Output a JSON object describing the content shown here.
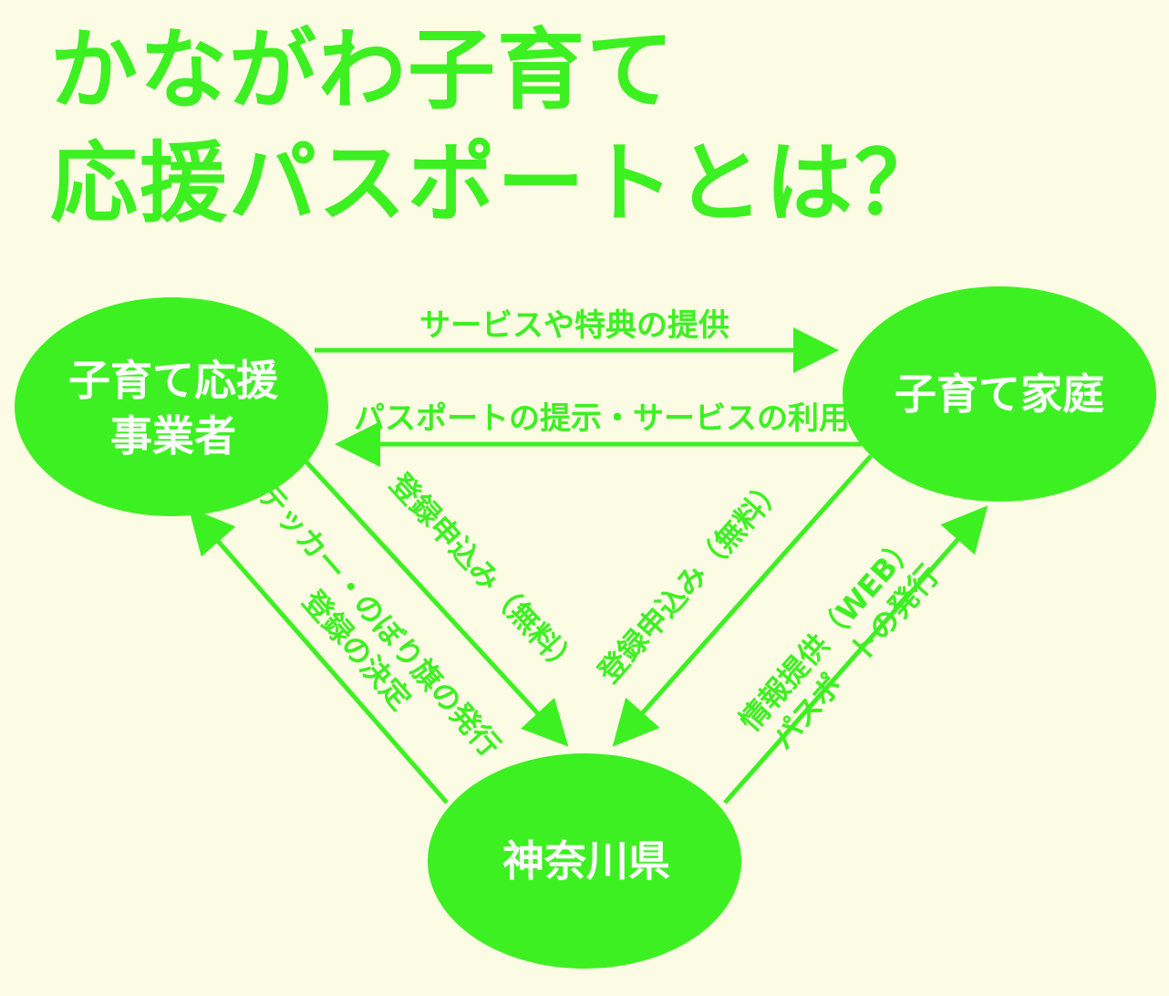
{
  "title": {
    "line1": "かながわ子育て",
    "line2": "応援パスポートとは？"
  },
  "colors": {
    "background": "#fcfbe3",
    "accent": "#3df022",
    "node_text": "#ffffff"
  },
  "nodes": {
    "business": {
      "line1": "子育て応援",
      "line2": "事業者"
    },
    "family": {
      "label": "子育て家庭"
    },
    "prefecture": {
      "label": "神奈川県"
    }
  },
  "arrows": {
    "service_provision": "サービスや特典の提供",
    "passport_use": "パスポートの提示・サービスの利用",
    "business_register": "登録申込み（無料）",
    "family_register": "登録申込み（無料）",
    "registration_decision_1": "登録の決定",
    "registration_decision_2": "ステッカー・のぼり旗の発行",
    "info_provision_1": "情報提供（WEB）",
    "info_provision_2": "パスポートの発行"
  }
}
